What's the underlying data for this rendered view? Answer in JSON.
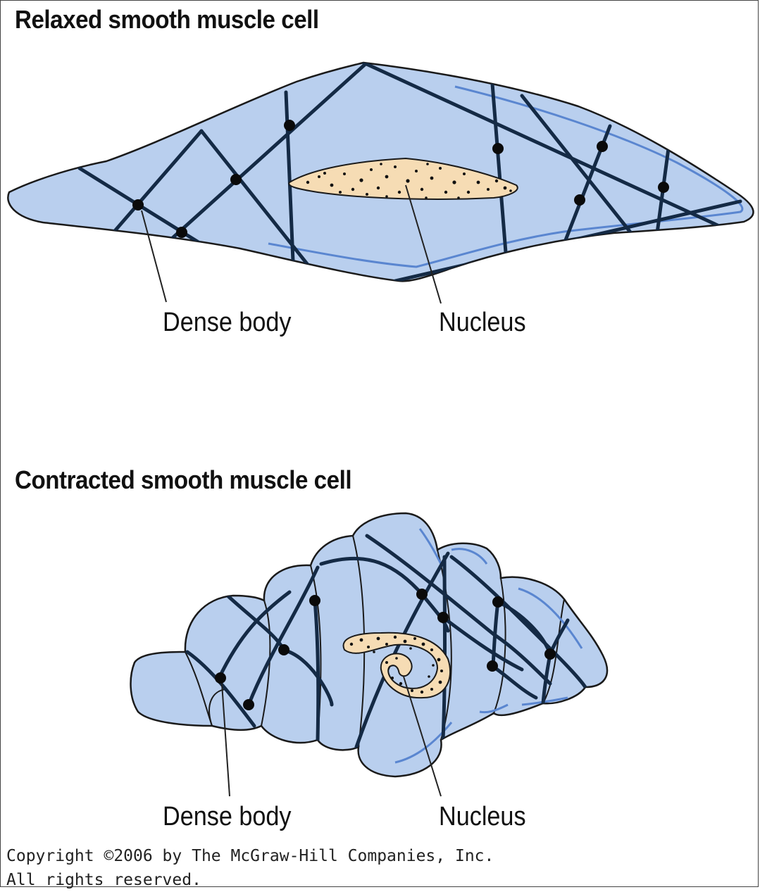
{
  "diagram": {
    "relaxed": {
      "title": "Relaxed smooth muscle cell",
      "labels": {
        "dense_body": "Dense body",
        "nucleus": "Nucleus"
      }
    },
    "contracted": {
      "title": "Contracted smooth muscle cell",
      "labels": {
        "dense_body": "Dense body",
        "nucleus": "Nucleus"
      }
    },
    "copyright": {
      "line1": "Copyright ©2006 by The McGraw-Hill Companies, Inc.",
      "line2": "All rights reserved."
    }
  },
  "colors": {
    "cell_fill": "#b9cfee",
    "cell_outline": "#1a1a1a",
    "filament": "#142a45",
    "membrane_line": "#5a86d0",
    "nucleus_fill": "#f6dcb4",
    "dense_body": "#0a0a0a"
  }
}
